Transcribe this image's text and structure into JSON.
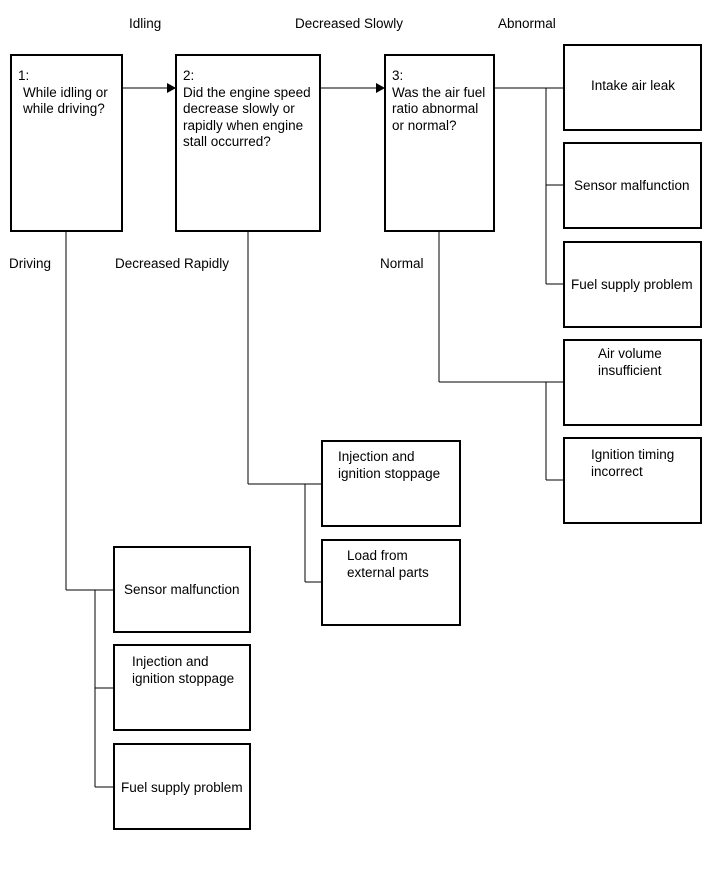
{
  "questions": [
    {
      "number": "1:",
      "lines": [
        "While idling or",
        "while driving?"
      ]
    },
    {
      "number": "2:",
      "lines": [
        "Did the engine speed",
        "decrease slowly or",
        "rapidly when engine",
        "stall occurred?"
      ]
    },
    {
      "number": "3:",
      "lines": [
        "Was the air fuel",
        "ratio abnormal",
        "or normal?"
      ]
    }
  ],
  "branch_labels": {
    "idling": "Idling",
    "decreased_slowly": "Decreased Slowly",
    "abnormal": "Abnormal",
    "driving": "Driving",
    "decreased_rapidly": "Decreased Rapidly",
    "normal": "Normal"
  },
  "abnormal_causes": [
    {
      "lines": [
        "Intake air leak"
      ]
    },
    {
      "lines": [
        "Sensor malfunction"
      ]
    },
    {
      "lines": [
        "Fuel supply problem"
      ]
    }
  ],
  "normal_causes": [
    {
      "lines": [
        "Air volume",
        "insufficient"
      ]
    },
    {
      "lines": [
        "Ignition timing",
        "incorrect"
      ]
    }
  ],
  "rapid_causes": [
    {
      "lines": [
        "Injection and",
        "ignition stoppage"
      ]
    },
    {
      "lines": [
        "Load from",
        "external parts"
      ]
    }
  ],
  "driving_causes": [
    {
      "lines": [
        "Sensor malfunction"
      ]
    },
    {
      "lines": [
        "Injection and",
        "ignition stoppage"
      ]
    },
    {
      "lines": [
        "Fuel supply problem"
      ]
    }
  ]
}
